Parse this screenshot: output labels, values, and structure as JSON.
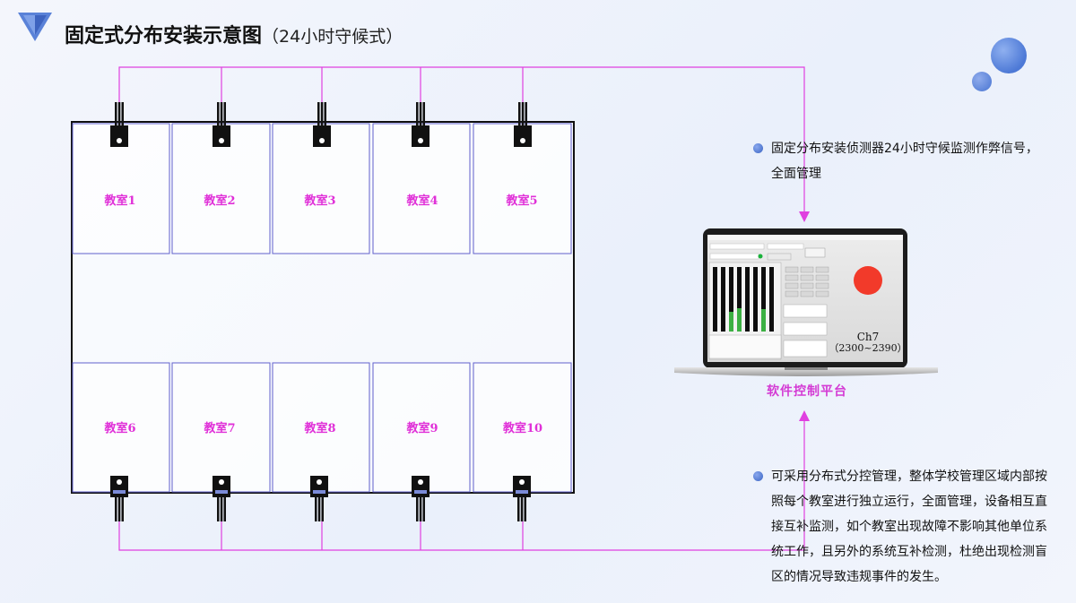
{
  "header": {
    "title": "固定式分布安装示意图",
    "subtitle": "（24小时守候式）"
  },
  "classrooms_top": [
    "教室1",
    "教室2",
    "教室3",
    "教室4",
    "教室5"
  ],
  "classrooms_bottom": [
    "教室6",
    "教室7",
    "教室8",
    "教室9",
    "教室10"
  ],
  "platform": {
    "label": "软件控制平台",
    "screen_channel": "Ch7",
    "screen_range": "（2300~2390）"
  },
  "notes": [
    "固定分布安装侦测器24小时守候监测作弊信号，全面管理",
    "可采用分布式分控管理，整体学校管理区域内部按照每个教室进行独立运行，全面管理，设备相互直接互补监测，如个教室出现故障不影响其他单位系统工作，且另外的系统互补检测，杜绝出现检测盲区的情况导致违规事件的发生。"
  ],
  "colors": {
    "accent": "#4a72cc",
    "wire": "#e040e0",
    "room_border": "#6060cc",
    "room_text": "#e030d8",
    "signal_dot": "#f23a2a"
  },
  "icons": [
    "triangle-logo-icon",
    "detector-icon",
    "laptop-icon",
    "arrow-icon",
    "bullet-dot-icon"
  ]
}
